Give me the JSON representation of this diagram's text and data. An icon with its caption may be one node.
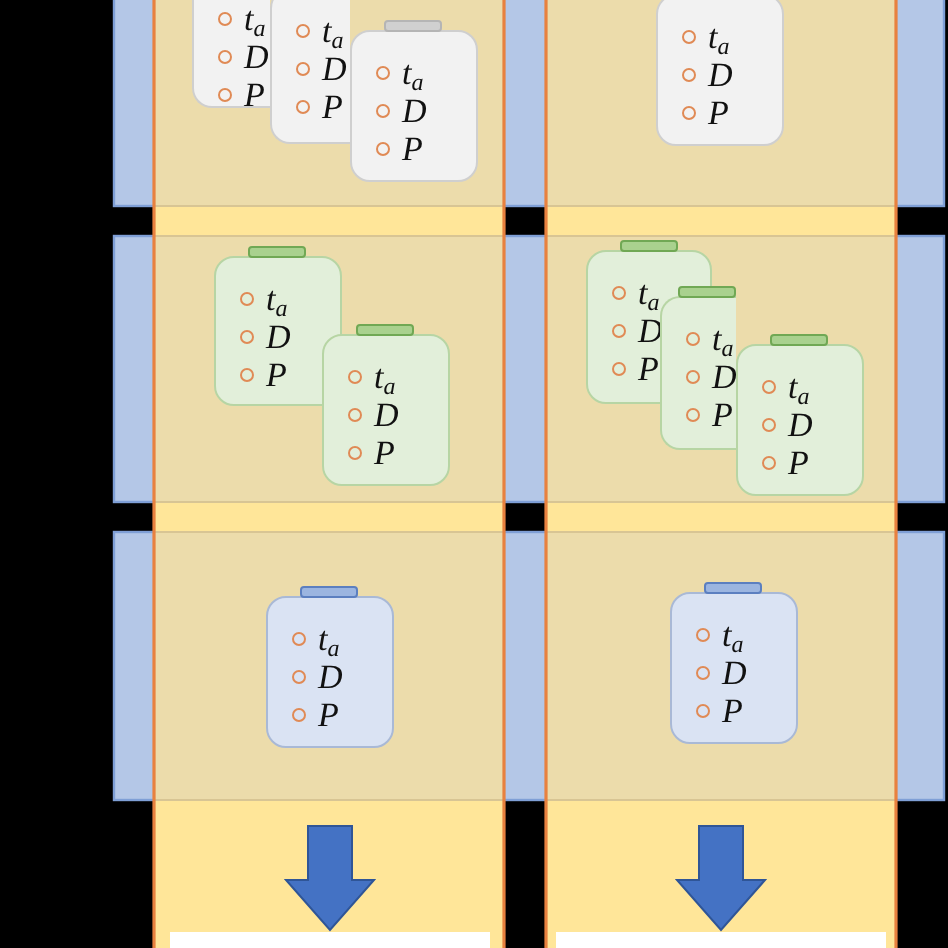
{
  "diagram": {
    "nodes": [
      {
        "text": [
          "t$_{a}$",
          "D",
          "P"
        ]
      },
      {
        "text": [
          "t$_{a}$",
          "D",
          "P"
        ]
      },
      {
        "text": [
          "t$_{a}$",
          "D",
          "P"
        ]
      },
      {
        "text": [
          "t$_{a}$",
          "D",
          "P"
        ]
      },
      {
        "text": [
          "t$_{a}$",
          "D",
          "P"
        ]
      },
      {
        "text": [
          "t$_{a}$",
          "D",
          "P"
        ]
      },
      {
        "text": [
          "t$_{a}$",
          "D",
          "P"
        ]
      },
      {
        "text": [
          "t$_{a}$",
          "D",
          "P"
        ]
      },
      {
        "text": [
          "t$_{a}$",
          "D",
          "P"
        ]
      },
      {
        "text": [
          "t$_{a}$",
          "D",
          "P"
        ]
      },
      {
        "text": [
          "t$_{a}$",
          "D",
          "P"
        ]
      },
      {
        "text": [],
        "shape": "box"
      },
      {
        "text": [],
        "shape": "box"
      }
    ],
    "edges": [
      {
        "from": null,
        "to": 11,
        "arrow": "to",
        "style": "thick"
      },
      {
        "from": null,
        "to": 12,
        "arrow": "to",
        "style": "thick"
      }
    ]
  }
}
